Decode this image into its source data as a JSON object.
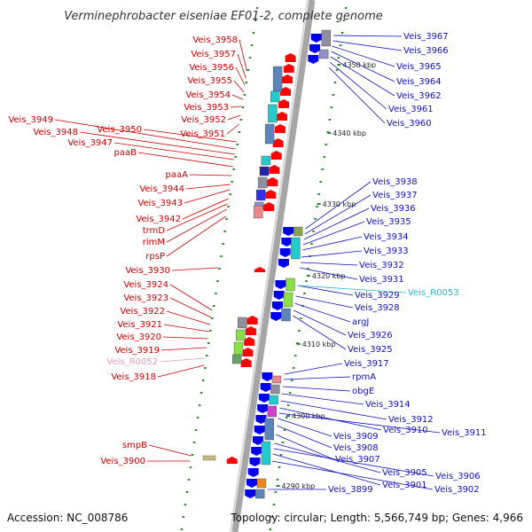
{
  "title": "Verminephrobacter eiseniae EF01-2, complete genome",
  "accession": "Accession: NC_008786",
  "topology": "Topology: circular; Length: 5,566,749 bp; Genes: 4,966",
  "colors": {
    "forward_label": "#cc0000",
    "reverse_label": "#1010c0",
    "rna_label": "#22b8cc",
    "pseudo_label": "#e89ab0",
    "forward_gene": "#ff0000",
    "reverse_gene": "#0000ee",
    "backbone": "#a6a6a6"
  },
  "kbp_marks": [
    "4350 kbp",
    "4340 kbp",
    "4330 kbp",
    "4320 kbp",
    "4310 kbp",
    "4300 kbp",
    "4290 kbp"
  ],
  "left_labels": [
    {
      "text": "Veis_3958",
      "color": "forward"
    },
    {
      "text": "Veis_3957",
      "color": "forward"
    },
    {
      "text": "Veis_3956",
      "color": "forward"
    },
    {
      "text": "Veis_3955",
      "color": "forward"
    },
    {
      "text": "Veis_3954",
      "color": "forward"
    },
    {
      "text": "Veis_3953",
      "color": "forward"
    },
    {
      "text": "Veis_3952",
      "color": "forward"
    },
    {
      "text": "Veis_3951",
      "color": "forward"
    },
    {
      "text": "Veis_3950",
      "color": "forward"
    },
    {
      "text": "Veis_3949",
      "color": "forward"
    },
    {
      "text": "Veis_3948",
      "color": "forward"
    },
    {
      "text": "Veis_3947",
      "color": "forward"
    },
    {
      "text": "paaB",
      "color": "forward"
    },
    {
      "text": "paaA",
      "color": "forward"
    },
    {
      "text": "Veis_3944",
      "color": "forward"
    },
    {
      "text": "Veis_3943",
      "color": "forward"
    },
    {
      "text": "Veis_3942",
      "color": "forward"
    },
    {
      "text": "trmD",
      "color": "forward"
    },
    {
      "text": "rimM",
      "color": "forward"
    },
    {
      "text": "rpsP",
      "color": "forward"
    },
    {
      "text": "Veis_3930",
      "color": "forward"
    },
    {
      "text": "Veis_3924",
      "color": "forward"
    },
    {
      "text": "Veis_3923",
      "color": "forward"
    },
    {
      "text": "Veis_3922",
      "color": "forward"
    },
    {
      "text": "Veis_3921",
      "color": "forward"
    },
    {
      "text": "Veis_3920",
      "color": "forward"
    },
    {
      "text": "Veis_3919",
      "color": "forward"
    },
    {
      "text": "Veis_R0052",
      "color": "pseudo"
    },
    {
      "text": "Veis_3918",
      "color": "forward"
    },
    {
      "text": "smpB",
      "color": "forward"
    },
    {
      "text": "Veis_3900",
      "color": "forward"
    }
  ],
  "right_labels": [
    {
      "text": "Veis_3967",
      "color": "reverse"
    },
    {
      "text": "Veis_3966",
      "color": "reverse"
    },
    {
      "text": "Veis_3965",
      "color": "reverse"
    },
    {
      "text": "Veis_3964",
      "color": "reverse"
    },
    {
      "text": "Veis_3962",
      "color": "reverse"
    },
    {
      "text": "Veis_3961",
      "color": "reverse"
    },
    {
      "text": "Veis_3960",
      "color": "reverse"
    },
    {
      "text": "Veis_3938",
      "color": "reverse"
    },
    {
      "text": "Veis_3937",
      "color": "reverse"
    },
    {
      "text": "Veis_3936",
      "color": "reverse"
    },
    {
      "text": "Veis_3935",
      "color": "reverse"
    },
    {
      "text": "Veis_3934",
      "color": "reverse"
    },
    {
      "text": "Veis_3933",
      "color": "reverse"
    },
    {
      "text": "Veis_3932",
      "color": "reverse"
    },
    {
      "text": "Veis_3931",
      "color": "reverse"
    },
    {
      "text": "Veis_3929",
      "color": "reverse"
    },
    {
      "text": "Veis_R0053",
      "color": "rna"
    },
    {
      "text": "Veis_3928",
      "color": "reverse"
    },
    {
      "text": "argJ",
      "color": "reverse"
    },
    {
      "text": "Veis_3926",
      "color": "reverse"
    },
    {
      "text": "Veis_3925",
      "color": "reverse"
    },
    {
      "text": "Veis_3917",
      "color": "reverse"
    },
    {
      "text": "rpmA",
      "color": "reverse"
    },
    {
      "text": "obgE",
      "color": "reverse"
    },
    {
      "text": "Veis_3914",
      "color": "reverse"
    },
    {
      "text": "Veis_3912",
      "color": "reverse"
    },
    {
      "text": "Veis_3910",
      "color": "reverse"
    },
    {
      "text": "Veis_3911",
      "color": "reverse"
    },
    {
      "text": "Veis_3909",
      "color": "reverse"
    },
    {
      "text": "Veis_3908",
      "color": "reverse"
    },
    {
      "text": "Veis_3907",
      "color": "reverse"
    },
    {
      "text": "Veis_3905",
      "color": "reverse"
    },
    {
      "text": "Veis_3906",
      "color": "reverse"
    },
    {
      "text": "Veis_3901",
      "color": "reverse"
    },
    {
      "text": "Veis_3902",
      "color": "reverse"
    },
    {
      "text": "Veis_3899",
      "color": "reverse"
    }
  ]
}
